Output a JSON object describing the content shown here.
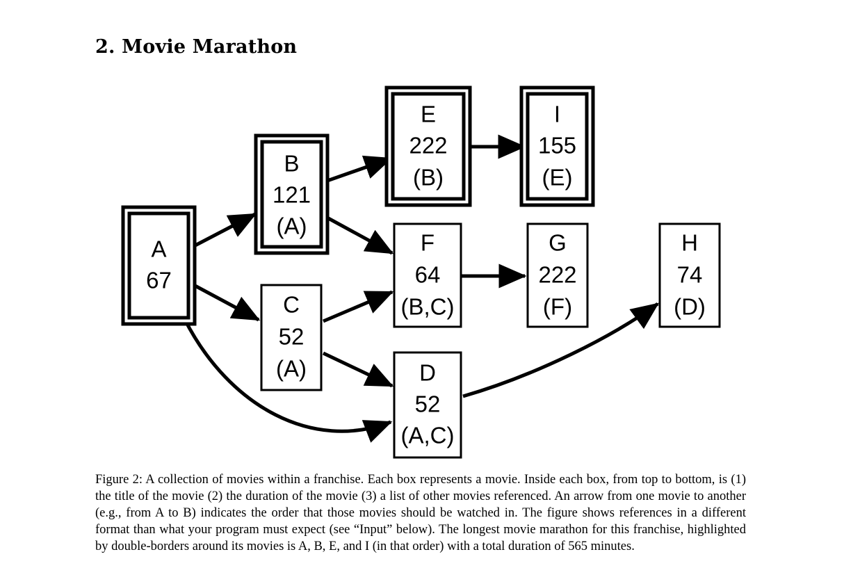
{
  "section": {
    "title": "2. Movie Marathon"
  },
  "diagram": {
    "nodes": {
      "A": {
        "lines": [
          "A",
          "67"
        ],
        "highlighted": true
      },
      "B": {
        "lines": [
          "B",
          "121",
          "(A)"
        ],
        "highlighted": true
      },
      "C": {
        "lines": [
          "C",
          "52",
          "(A)"
        ],
        "highlighted": false
      },
      "D": {
        "lines": [
          "D",
          "52",
          "(A,C)"
        ],
        "highlighted": false
      },
      "E": {
        "lines": [
          "E",
          "222",
          "(B)"
        ],
        "highlighted": true
      },
      "F": {
        "lines": [
          "F",
          "64",
          "(B,C)"
        ],
        "highlighted": false
      },
      "G": {
        "lines": [
          "G",
          "222",
          "(F)"
        ],
        "highlighted": false
      },
      "H": {
        "lines": [
          "H",
          "74",
          "(D)"
        ],
        "highlighted": false
      },
      "I": {
        "lines": [
          "I",
          "155",
          "(E)"
        ],
        "highlighted": true
      }
    },
    "edges": [
      {
        "from": "A",
        "to": "B"
      },
      {
        "from": "A",
        "to": "C"
      },
      {
        "from": "A",
        "to": "D"
      },
      {
        "from": "B",
        "to": "E"
      },
      {
        "from": "B",
        "to": "F"
      },
      {
        "from": "C",
        "to": "F"
      },
      {
        "from": "C",
        "to": "D"
      },
      {
        "from": "E",
        "to": "I"
      },
      {
        "from": "F",
        "to": "G"
      },
      {
        "from": "D",
        "to": "H"
      }
    ]
  },
  "caption": {
    "text": "Figure 2: A collection of movies within a franchise. Each box represents a movie. Inside each box, from top to bottom, is (1) the title of the movie (2) the duration of the movie (3) a list of other movies referenced. An arrow from one movie to another (e.g., from A to B) indicates the order that those movies should be watched in. The figure shows references in a different format than what your program must expect (see “Input” below). The longest movie marathon for this franchise, highlighted by double-borders around its movies is A, B, E, and I (in that order) with a total duration of 565 minutes."
  }
}
